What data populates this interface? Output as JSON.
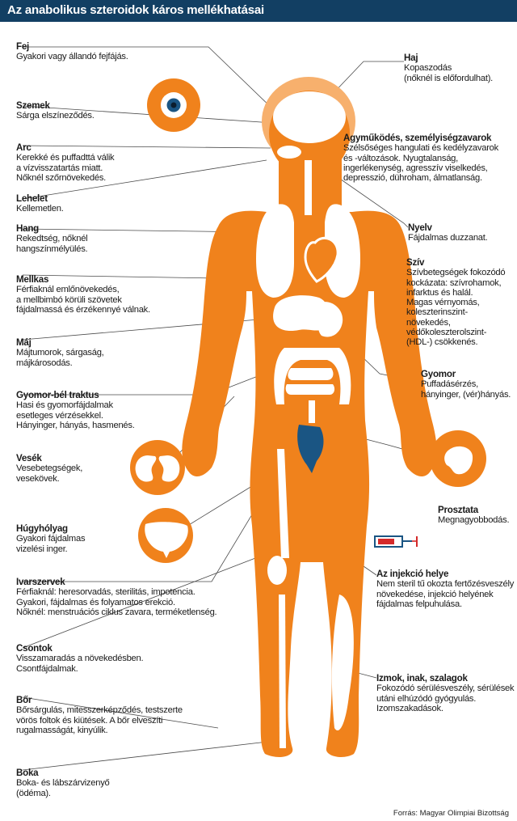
{
  "header": {
    "title": "Az anabolikus szteroidok káros mellékhatásai"
  },
  "colors": {
    "header_bg": "#123f63",
    "body": "#f0821c",
    "hair": "#f7b06d",
    "organ": "#ffffff",
    "prostate": "#1a5583",
    "line": "#4a4a4a",
    "syringe": "#d42a2a"
  },
  "icons": [
    "eye-icon",
    "kidney-icon",
    "bladder-icon",
    "prostate-icon",
    "syringe-icon",
    "human-body-illustration"
  ],
  "left_labels": [
    {
      "title": "Fej",
      "desc": "Gyakori vagy állandó fejfájás."
    },
    {
      "title": "Szemek",
      "desc": "Sárga elszíneződés."
    },
    {
      "title": "Arc",
      "desc": "Kerekké és puffadttá válik\na vízvisszatartás miatt.\nNőknél szőrnövekedés."
    },
    {
      "title": "Lehelet",
      "desc": "Kellemetlen."
    },
    {
      "title": "Hang",
      "desc": "Rekedtség, nőknél\nhangszínmélyülés."
    },
    {
      "title": "Mellkas",
      "desc": "Férfiaknál emlőnövekedés,\na mellbimbó körüli szövetek\nfájdalmassá és érzékennyé válnak."
    },
    {
      "title": "Máj",
      "desc": "Májtumorok, sárgaság,\nmájkárosodás."
    },
    {
      "title": "Gyomor-bél traktus",
      "desc": "Hasi és gyomorfájdalmak\nesetleges vérzésekkel.\nHányinger, hányás, hasmenés."
    },
    {
      "title": "Vesék",
      "desc": "Vesebetegségek,\nvesekövek."
    },
    {
      "title": "Húgyhólyag",
      "desc": "Gyakori fájdalmas\nvizelési inger."
    },
    {
      "title": "Ivarszervek",
      "desc": "Férfiaknál: heresorvadás, sterilitás, impotencia.\nGyakori, fájdalmas és folyamatos erekció.\nNőknél: menstruációs ciklus zavara, terméketlenség."
    },
    {
      "title": "Csontok",
      "desc": "Visszamaradás a növekedésben.\nCsontfájdalmak."
    },
    {
      "title": "Bőr",
      "desc": "Bőrsárgulás, mitesszerképződés, testszerte\nvörös foltok és kiütések. A bőr elveszíti\nrugalmasságát, kinyúlik."
    },
    {
      "title": "Boka",
      "desc": "Boka- és lábszárvizenyő\n(ödéma)."
    }
  ],
  "right_labels": [
    {
      "title": "Haj",
      "desc": "Kopaszodás\n(nőknél is előfordulhat)."
    },
    {
      "title": "Agyműködés, személyiségzavarok",
      "desc": "Szélsőséges hangulati és kedélyzavarok\nés -változások. Nyugtalanság,\ningerlékenység, agresszív viselkedés,\ndepresszió, dühroham, álmatlanság."
    },
    {
      "title": "Nyelv",
      "desc": "Fájdalmas duzzanat."
    },
    {
      "title": "Szív",
      "desc": "Szívbetegségek fokozódó\nkockázata: szívrohamok,\ninfarktus és halál.\nMagas vérnyomás,\nkoleszterinszint-\nnövekedés,\nvédőkoleszterolszint-\n(HDL-) csökkenés."
    },
    {
      "title": "Gyomor",
      "desc": "Puffadásérzés,\nhányinger, (vér)hányás."
    },
    {
      "title": "Prosztata",
      "desc": "Megnagyobbodás."
    },
    {
      "title": "Az injekció helye",
      "desc": "Nem steril tű okozta fertőzésveszély\nnövekedése, injekció helyének\nfájdalmas felpuhulása."
    },
    {
      "title": "Izmok, inak, szalagok",
      "desc": "Fokozódó sérülésveszély, sérülések\nutáni elhúzódó gyógyulás.\nIzomszakadások."
    }
  ],
  "source": "Forrás: Magyar Olimpiai Bizottság"
}
